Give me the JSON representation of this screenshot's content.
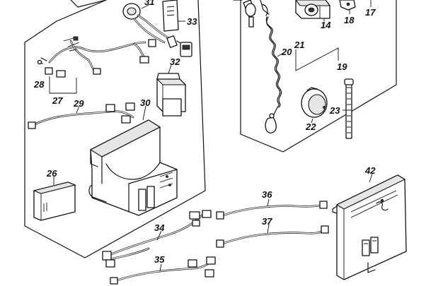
{
  "labels": {
    "p17": "17",
    "p18": "18",
    "p14": "14",
    "p19": "19",
    "p20": "20",
    "p21": "21",
    "p22": "22",
    "p23": "23",
    "p26": "26",
    "p27": "27",
    "p28": "28",
    "p29": "29",
    "p30": "30",
    "p31": "31",
    "p32": "32",
    "p33": "33",
    "p34": "34",
    "p35": "35",
    "p36": "36",
    "p37": "37",
    "p42": "42"
  }
}
